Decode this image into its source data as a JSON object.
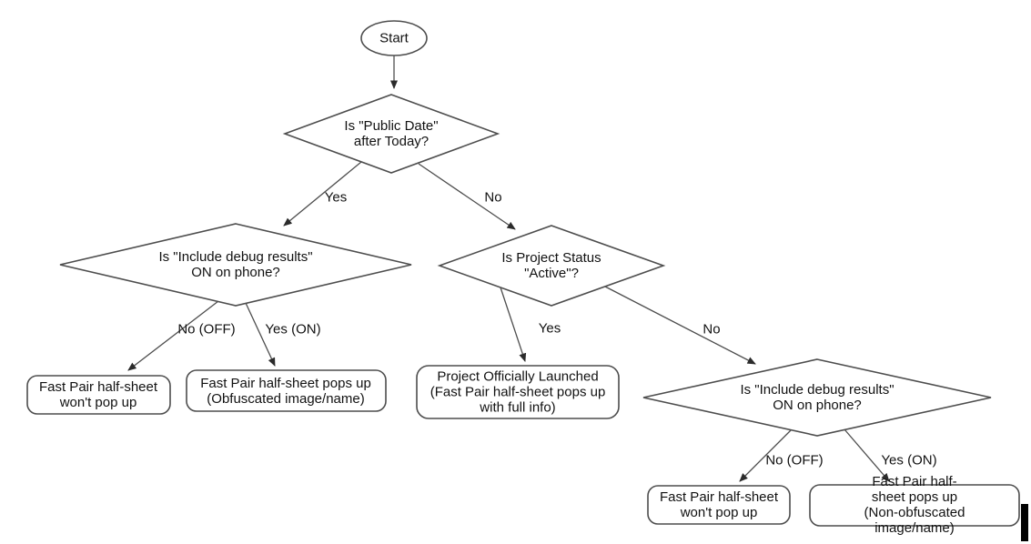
{
  "canvas": {
    "background": "#ffffff",
    "shape_stroke_color": "#4d4d4d",
    "text_color": "#111111",
    "cursor_artifact_color": "#000000"
  },
  "nodes": {
    "start": {
      "type": "terminator",
      "label": "Start"
    },
    "public_date": {
      "type": "decision",
      "label": "Is \"Public Date\"\nafter Today?"
    },
    "debug_left": {
      "type": "decision",
      "label": "Is \"Include debug results\"\nON on phone?"
    },
    "project_status": {
      "type": "decision",
      "label": "Is Project Status\n\"Active\"?"
    },
    "debug_right": {
      "type": "decision",
      "label": "Is \"Include debug results\"\nON on phone?"
    },
    "no_popup_left": {
      "type": "result",
      "label": "Fast Pair half-sheet\nwon't pop up"
    },
    "obfuscated": {
      "type": "result",
      "label": "Fast Pair half-sheet pops up\n(Obfuscated image/name)"
    },
    "launched": {
      "type": "result",
      "label": "Project Officially Launched\n(Fast Pair half-sheet pops up\nwith full info)"
    },
    "no_popup_right": {
      "type": "result",
      "label": "Fast Pair half-sheet\nwon't pop up"
    },
    "non_obfuscated": {
      "type": "result",
      "label": "Fast Pair half-sheet pops up\n(Non-obfuscated image/name)"
    }
  },
  "edge_labels": {
    "yes_top": "Yes",
    "no_top": "No",
    "no_off_left": "No (OFF)",
    "yes_on_left": "Yes (ON)",
    "yes_mid": "Yes",
    "no_mid": "No",
    "no_off_right": "No (OFF)",
    "yes_on_right": "Yes (ON)"
  }
}
